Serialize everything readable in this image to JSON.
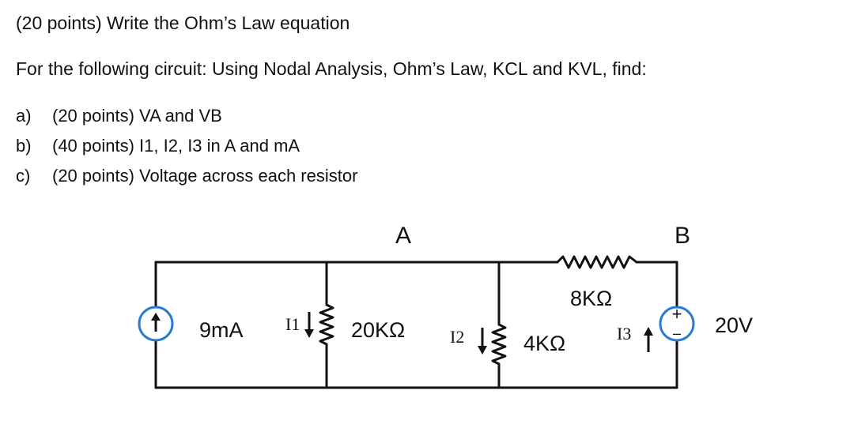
{
  "question": {
    "title": "(20 points) Write the Ohm’s Law equation",
    "intro": "For the following circuit: Using Nodal Analysis, Ohm’s Law, KCL and KVL, find:",
    "items": [
      {
        "label": "a)",
        "text": "(20 points) VA and VB"
      },
      {
        "label": "b)",
        "text": "(40 points) I1, I2, I3 in A and mA"
      },
      {
        "label": "c)",
        "text": "(20 points) Voltage across each resistor"
      }
    ]
  },
  "circuit": {
    "node_a": "A",
    "node_b": "B",
    "current_source": "9mA",
    "r1": "20KΩ",
    "r2": "4KΩ",
    "r3": "8KΩ",
    "voltage_source": "20V",
    "i1": "I1",
    "i2": "I2",
    "i3": "I3",
    "plus_sign": "+",
    "minus_sign": "–",
    "wire_color": "#111111",
    "source_color": "#2a7bd0"
  }
}
